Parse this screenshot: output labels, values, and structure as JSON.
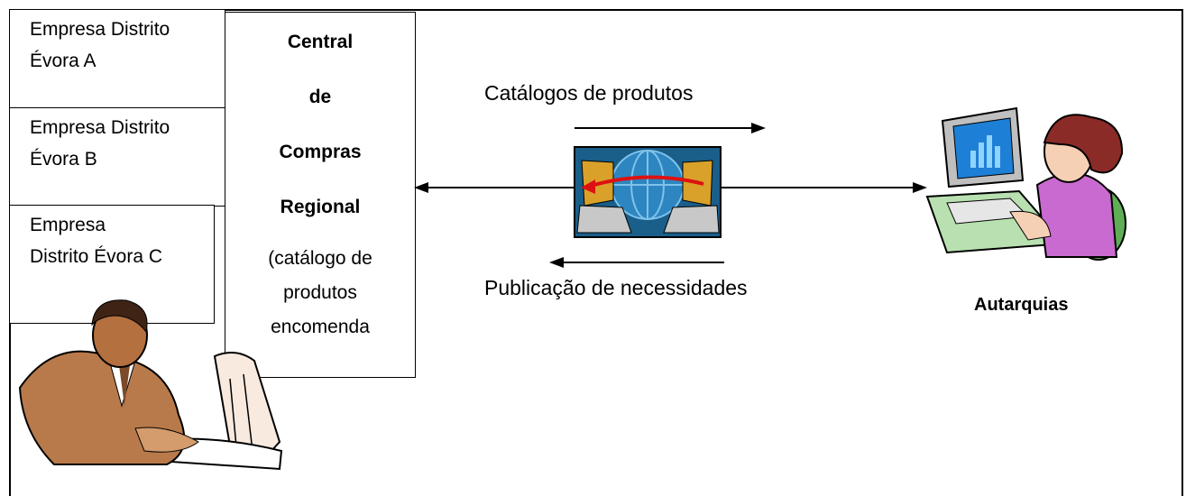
{
  "companies": [
    {
      "line1": "Empresa Distrito",
      "line2": "Évora A"
    },
    {
      "line1": "Empresa Distrito",
      "line2": "Évora B"
    },
    {
      "line1": "Empresa",
      "line2": "Distrito Évora C"
    }
  ],
  "central": {
    "lines": [
      "Central",
      "de",
      "Compras",
      "Regional"
    ],
    "detail_lines": [
      "(catálogo de",
      "produtos",
      "encomenda"
    ]
  },
  "arrows": {
    "top_label": "Catálogos de produtos",
    "bottom_label": "Publicação de necessidades"
  },
  "autarquias_label": "Autarquias",
  "icons": [
    "businessman-clipart",
    "network-exchange-icon",
    "woman-at-computer-clipart"
  ]
}
